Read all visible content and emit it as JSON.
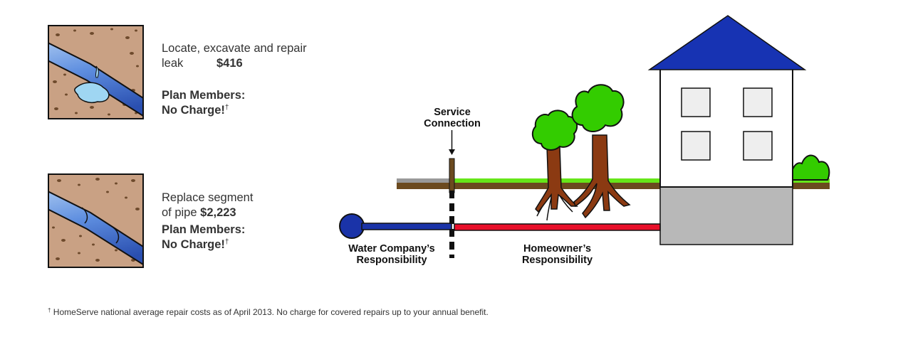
{
  "repairs": [
    {
      "illustration": "leaking-pipe",
      "text": "Locate, excavate and repair leak",
      "price": "$416",
      "member_line1": "Plan Members:",
      "member_line2": "No Charge!",
      "dagger": "†"
    },
    {
      "illustration": "replaced-pipe-segment",
      "text_line1": "Replace segment",
      "text_line2": "of pipe",
      "price": "$2,223",
      "member_line1": "Plan Members:",
      "member_line2": "No Charge!",
      "dagger": "†"
    }
  ],
  "diagram": {
    "service_connection_line1": "Service",
    "service_connection_line2": "Connection",
    "water_company_line1": "Water Company’s",
    "water_company_line2": "Responsibility",
    "homeowner_line1": "Homeowner’s",
    "homeowner_line2": "Responsibility",
    "colors": {
      "utility_pipe": "#1a33a8",
      "homeowner_pipe": "#e8102a",
      "grass": "#66e619",
      "soil": "#6b4a1f",
      "roof": "#1733b3",
      "foundation": "#b8b8b8",
      "tree_foliage": "#33cc00",
      "tree_trunk": "#8b3a12"
    }
  },
  "footnote": {
    "dagger": "†",
    "text": "HomeServe national average repair costs as of April 2013. No charge for covered repairs up to your annual benefit."
  }
}
